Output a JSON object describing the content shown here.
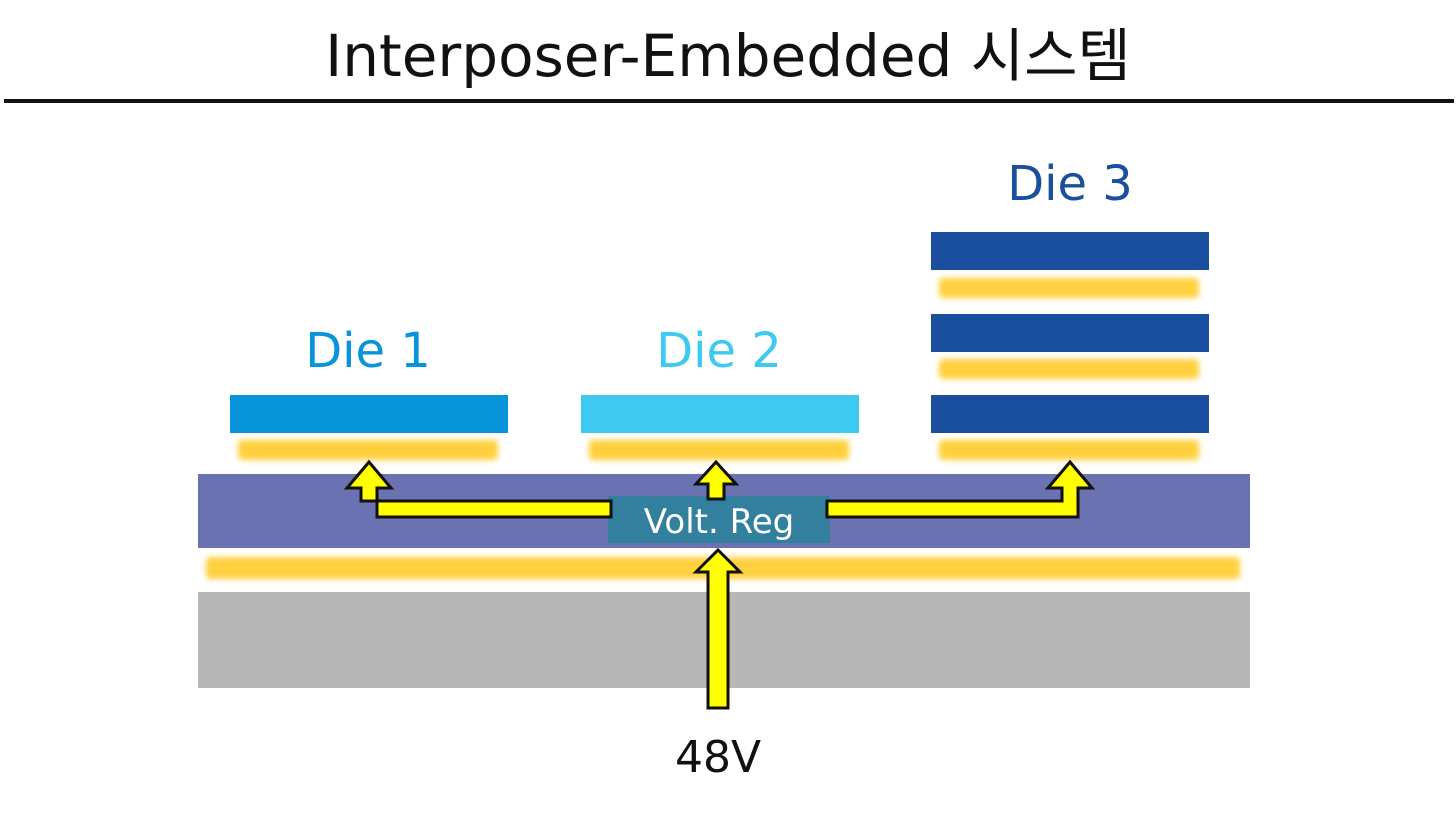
{
  "title": "Interposer-Embedded 시스템",
  "dies": [
    {
      "label": "Die 1",
      "color": "#0794DB",
      "stack_count": 1
    },
    {
      "label": "Die 2",
      "color": "#3EC9F1",
      "stack_count": 1
    },
    {
      "label": "Die 3",
      "color": "#1A4E9E",
      "stack_count": 3
    }
  ],
  "colors": {
    "interposer": "#6A72B1",
    "substrate": "#B7B7B7",
    "bump": "#FFD03E",
    "regulator": "#327F9E",
    "arrow_fill": "#FFFF00",
    "arrow_stroke": "#111111",
    "title_rule": "#111111"
  },
  "regulator_label": "Volt. Reg",
  "input_label": "48V"
}
